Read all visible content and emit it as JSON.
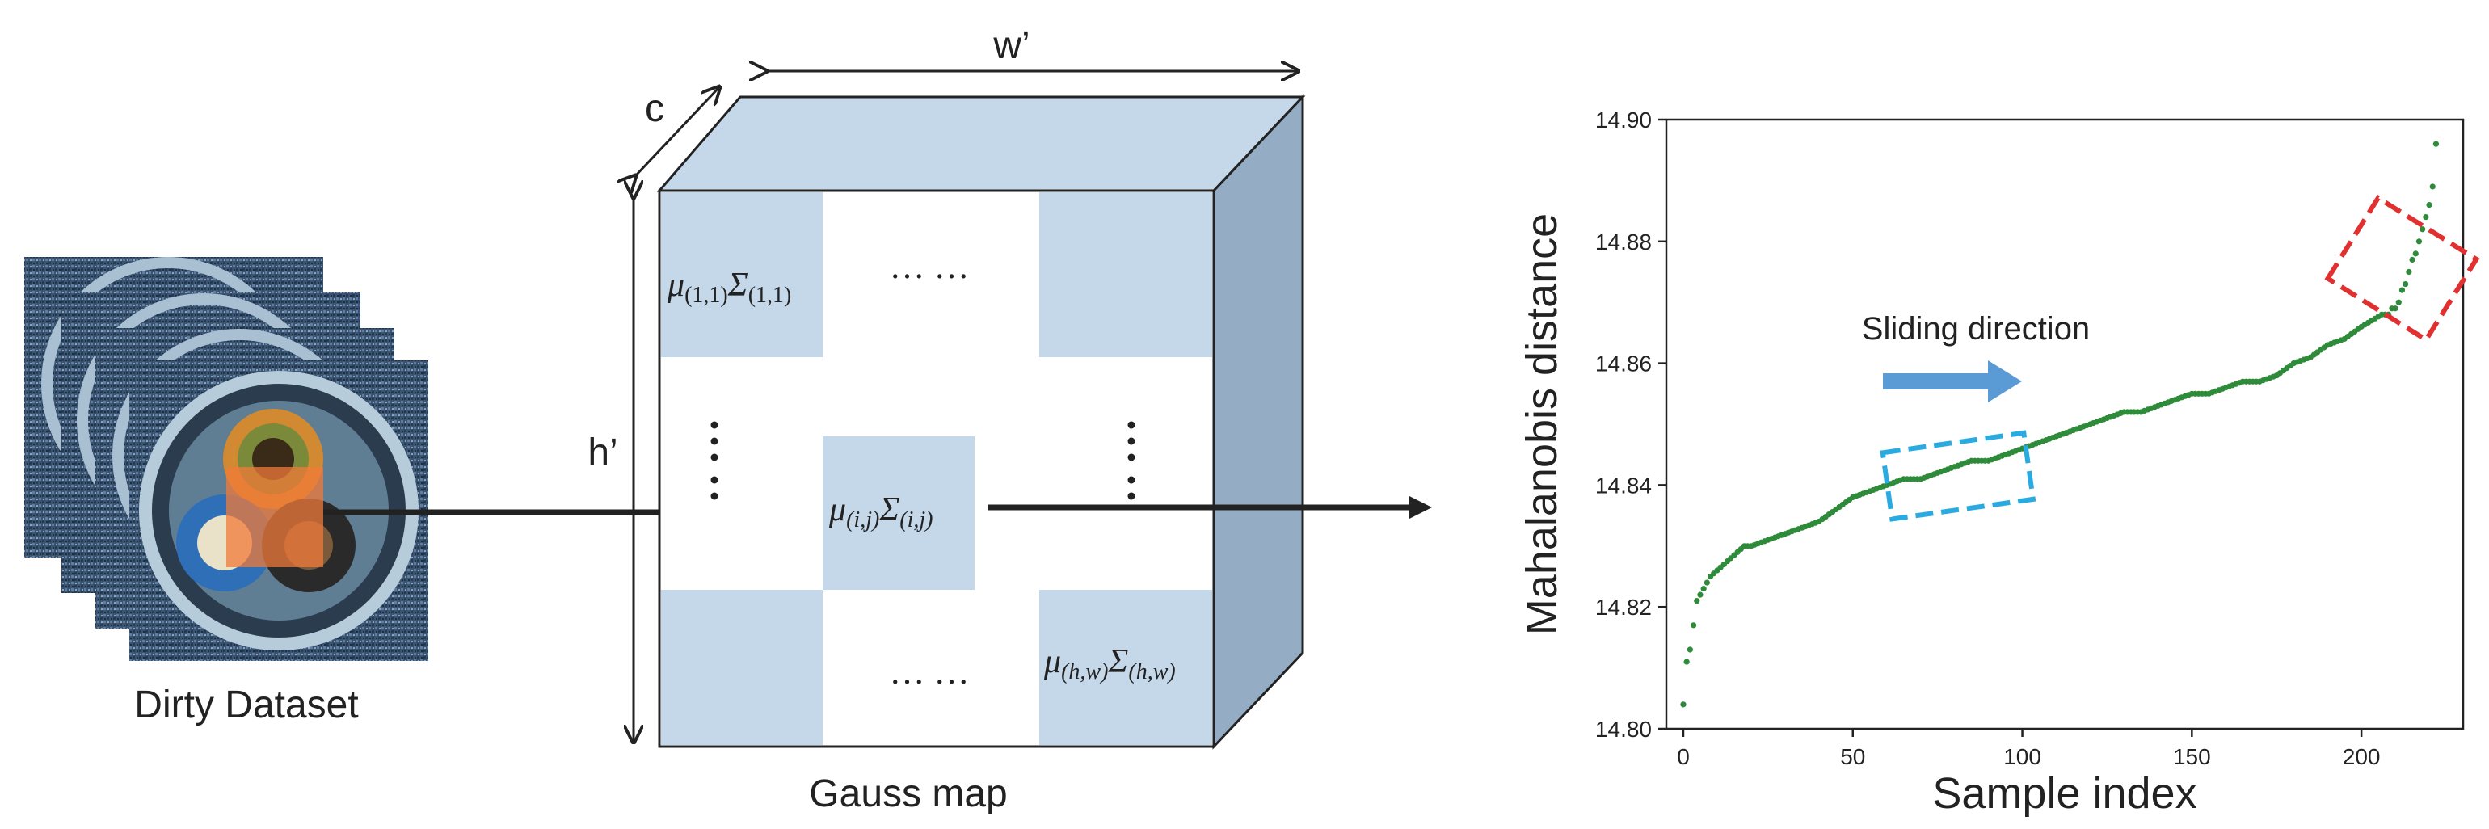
{
  "dataset": {
    "label": "Dirty Dataset"
  },
  "gauss_map": {
    "label": "Gauss map",
    "dim_width": "w’",
    "dim_height": "h’",
    "dim_channel": "c",
    "ellipsis": "… …",
    "cell_top_left": {
      "mu": "μ",
      "mu_sub": "(1,1)",
      "sigma": "Σ",
      "sigma_sub": "(1,1)"
    },
    "cell_center": {
      "mu": "μ",
      "mu_sub": "(i,j)",
      "sigma": "Σ",
      "sigma_sub": "(i,j)"
    },
    "cell_bottom_right": {
      "mu": "μ",
      "mu_sub": "(h,w)",
      "sigma": "Σ",
      "sigma_sub": "(h,w)"
    }
  },
  "chart_data": {
    "type": "scatter",
    "title": "",
    "xlabel": "Sample index",
    "ylabel": "Mahalanobis distance",
    "xlim": [
      -5,
      230
    ],
    "ylim": [
      14.8,
      14.9
    ],
    "xticks": [
      0,
      50,
      100,
      150,
      200
    ],
    "xtick_labels": [
      "0",
      "50",
      "100",
      "150",
      "200"
    ],
    "yticks": [
      14.8,
      14.82,
      14.84,
      14.86,
      14.88,
      14.9
    ],
    "ytick_labels": [
      "14.80",
      "14.82",
      "14.84",
      "14.86",
      "14.88",
      "14.90"
    ],
    "grid": false,
    "series": [
      {
        "color": "#2e8b3a",
        "x": [
          0,
          1,
          2,
          3,
          4,
          5,
          6,
          7,
          8,
          10,
          12,
          14,
          16,
          18,
          20,
          25,
          30,
          35,
          40,
          45,
          50,
          55,
          60,
          65,
          70,
          75,
          80,
          85,
          90,
          95,
          100,
          105,
          110,
          115,
          120,
          125,
          130,
          135,
          140,
          145,
          150,
          155,
          160,
          165,
          170,
          175,
          180,
          185,
          190,
          195,
          200,
          203,
          206,
          208,
          209,
          210,
          211,
          212,
          213,
          214,
          215,
          216,
          217,
          218,
          219,
          220,
          221,
          222
        ],
        "y": [
          14.804,
          14.811,
          14.813,
          14.817,
          14.821,
          14.822,
          14.823,
          14.824,
          14.825,
          14.826,
          14.827,
          14.828,
          14.829,
          14.83,
          14.83,
          14.831,
          14.832,
          14.833,
          14.834,
          14.836,
          14.838,
          14.839,
          14.84,
          14.841,
          14.841,
          14.842,
          14.843,
          14.844,
          14.844,
          14.845,
          14.846,
          14.847,
          14.848,
          14.849,
          14.85,
          14.851,
          14.852,
          14.852,
          14.853,
          14.854,
          14.855,
          14.855,
          14.856,
          14.857,
          14.857,
          14.858,
          14.86,
          14.861,
          14.863,
          14.864,
          14.866,
          14.867,
          14.868,
          14.868,
          14.869,
          14.869,
          14.87,
          14.872,
          14.873,
          14.875,
          14.877,
          14.878,
          14.88,
          14.882,
          14.884,
          14.886,
          14.889,
          14.896
        ]
      }
    ],
    "annotations": [
      {
        "text": "Sliding direction",
        "type": "arrow",
        "color": "#5b9bd5"
      },
      {
        "type": "dashed-box",
        "color": "#29abe2",
        "x_range": [
          60,
          102
        ],
        "y_range": [
          14.836,
          14.847
        ]
      },
      {
        "type": "dashed-box",
        "color": "#e03030",
        "x_range": [
          198,
          226
        ],
        "y_range": [
          14.866,
          14.885
        ]
      }
    ]
  }
}
